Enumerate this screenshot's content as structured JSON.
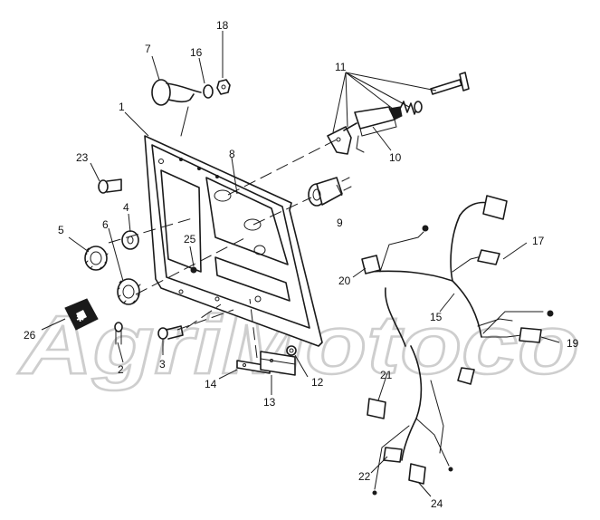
{
  "watermark": {
    "text": "AgriMotoco"
  },
  "callouts": {
    "c1": "1",
    "c2": "2",
    "c3": "3",
    "c4": "4",
    "c5": "5",
    "c6": "6",
    "c7": "7",
    "c8": "8",
    "c9": "9",
    "c10": "10",
    "c11": "11",
    "c12": "12",
    "c13": "13",
    "c14": "14",
    "c15": "15",
    "c16": "16",
    "c17": "17",
    "c18": "18",
    "c19": "19",
    "c20": "20",
    "c21": "21",
    "c22": "22",
    "c23": "23",
    "c24": "24",
    "c25": "25",
    "c26": "26"
  }
}
